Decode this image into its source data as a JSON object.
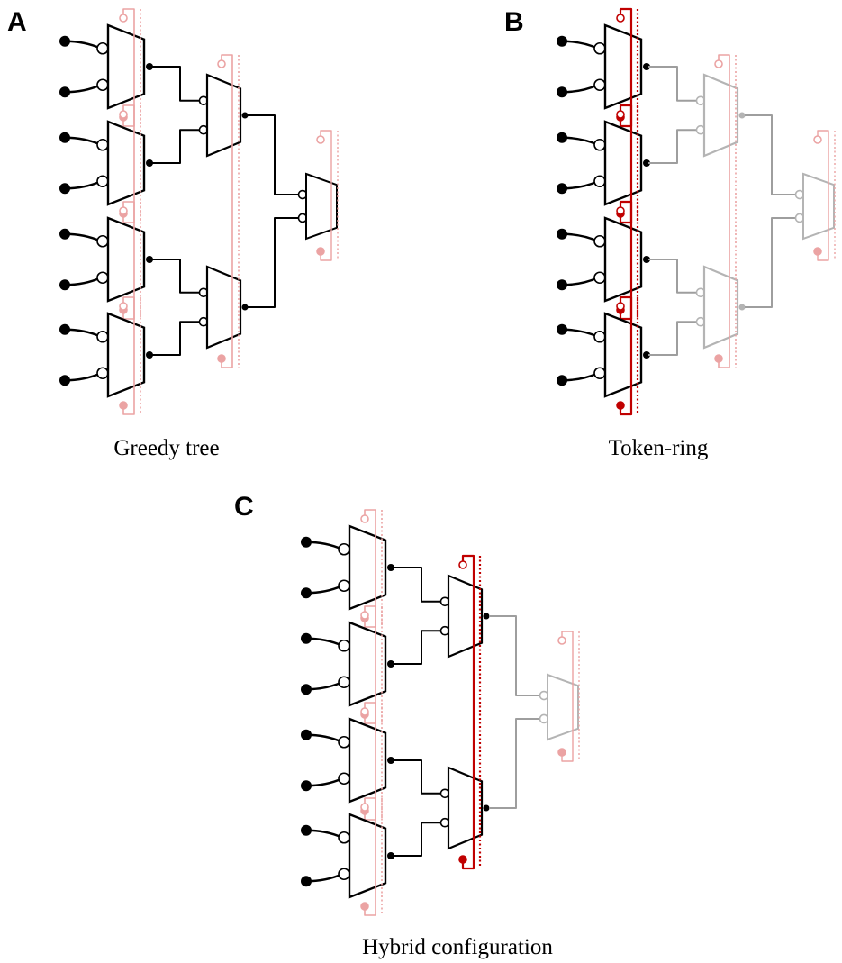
{
  "panels": [
    {
      "letter": "A",
      "caption": "Greedy tree"
    },
    {
      "letter": "B",
      "caption": "Token-ring"
    },
    {
      "letter": "C",
      "caption": "Hybrid configuration"
    }
  ],
  "colors": {
    "active": "#000000",
    "inactive": "#9e9e9e",
    "token": "#c00000",
    "token_faded": "#eba3a3"
  }
}
